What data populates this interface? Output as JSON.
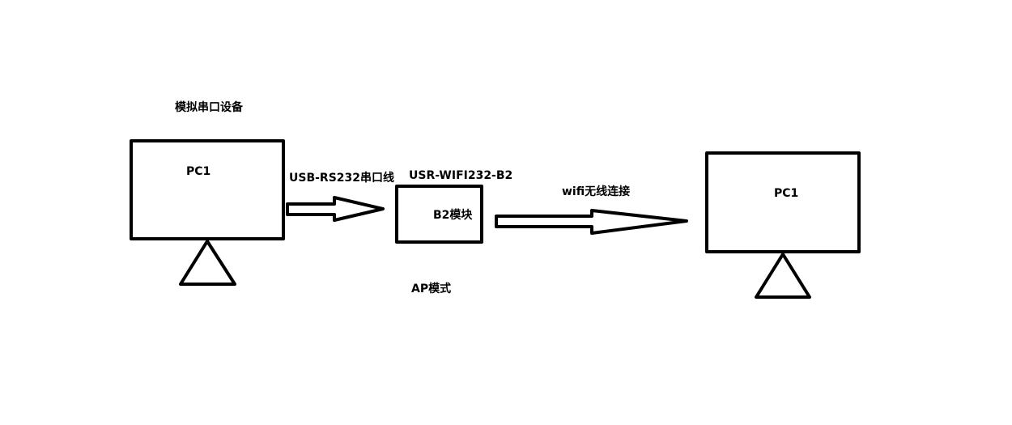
{
  "colors": {
    "stroke": "#000000",
    "background": "#ffffff"
  },
  "nodes": {
    "pc_left": {
      "label": "PC1",
      "caption": "模拟串口设备"
    },
    "module": {
      "label": "B2模块",
      "title": "USR-WIFI232-B2",
      "mode": "AP模式"
    },
    "pc_right": {
      "label": "PC1"
    }
  },
  "edges": [
    {
      "from": "pc_left",
      "to": "module",
      "label": "USB-RS232串口线"
    },
    {
      "from": "module",
      "to": "pc_right",
      "label": "wifi无线连接"
    }
  ]
}
